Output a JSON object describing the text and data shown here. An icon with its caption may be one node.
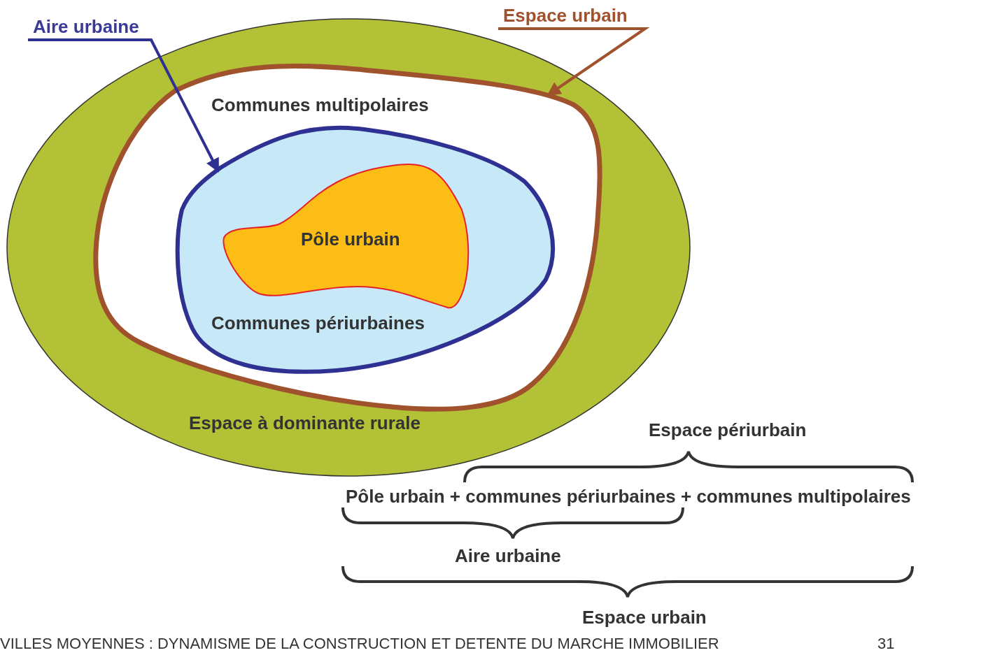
{
  "diagram": {
    "nodes": [
      {
        "text": [
          "Espace à dominante rurale"
        ]
      },
      {
        "text": [
          "Communes multipolaires"
        ],
        "in": 0
      },
      {
        "text": [
          "Communes périurbaines"
        ],
        "in": 1
      },
      {
        "text": [
          "Pôle urbain"
        ],
        "in": 2
      },
      {
        "text": [
          "Aire urbaine"
        ]
      },
      {
        "text": [
          "Espace urbain"
        ]
      }
    ],
    "edges": [
      {
        "from": 4,
        "to": 2,
        "arrow": "to",
        "color": "#2e3192"
      },
      {
        "from": 5,
        "to": 1,
        "arrow": "to",
        "color": "#a0522d"
      }
    ],
    "labels": [
      "Espace périurbain",
      "Pôle urbain + communes périurbaines + communes multipolaires",
      "Aire urbaine",
      "Espace urbain",
      "VILLES MOYENNES : DYNAMISME DE LA CONSTRUCTION ET DETENTE DU MARCHE IMMOBILIER",
      "31"
    ]
  }
}
